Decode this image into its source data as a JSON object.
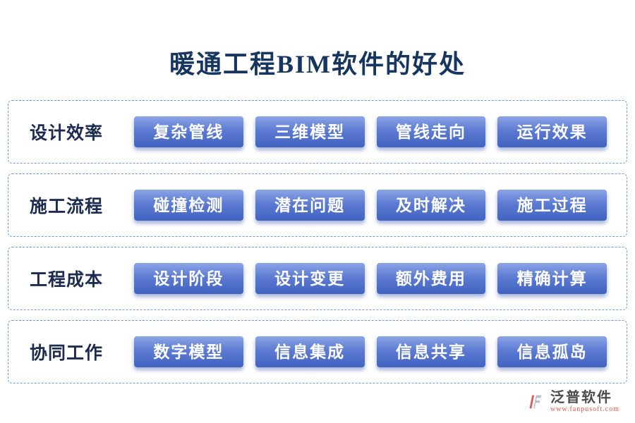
{
  "title": "暖通工程BIM软件的好处",
  "rows": [
    {
      "label": "设计效率",
      "buttons": [
        "复杂管线",
        "三维模型",
        "管线走向",
        "运行效果"
      ]
    },
    {
      "label": "施工流程",
      "buttons": [
        "碰撞检测",
        "潜在问题",
        "及时解决",
        "施工过程"
      ]
    },
    {
      "label": "工程成本",
      "buttons": [
        "设计阶段",
        "设计变更",
        "额外费用",
        "精确计算"
      ]
    },
    {
      "label": "协同工作",
      "buttons": [
        "数字模型",
        "信息集成",
        "信息共享",
        "信息孤岛"
      ]
    }
  ],
  "footer": {
    "brand": "泛普软件",
    "url": "www.fanpusoft.com"
  },
  "colors": {
    "accent": "#4263c1",
    "title_text": "#16365f",
    "dashed_border": "#6f9fd8",
    "brand_red": "#e0584c"
  }
}
